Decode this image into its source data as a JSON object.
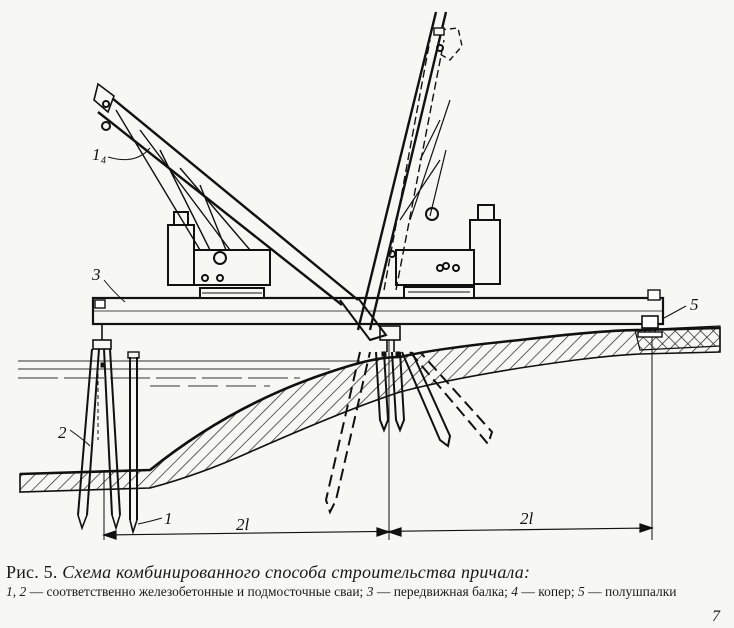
{
  "figure": {
    "labels": {
      "crane": "1₄",
      "beam": "3",
      "pile_2": "2",
      "pile_1": "1",
      "sleeper": "5",
      "span_left": "2l",
      "span_right": "2l"
    }
  },
  "caption": {
    "title_prefix": "Рис. 5.",
    "title_text": "Схема комбинированного способа строительства причала:",
    "legend": [
      {
        "key": "1, 2",
        "text": "— соответственно железобетонные и подмосточные сваи;"
      },
      {
        "key": "3",
        "text": "— передвижная балка;"
      },
      {
        "key": "4",
        "text": "— копер;"
      },
      {
        "key": "5",
        "text": "— полушпалки"
      }
    ]
  },
  "page_number": "7"
}
